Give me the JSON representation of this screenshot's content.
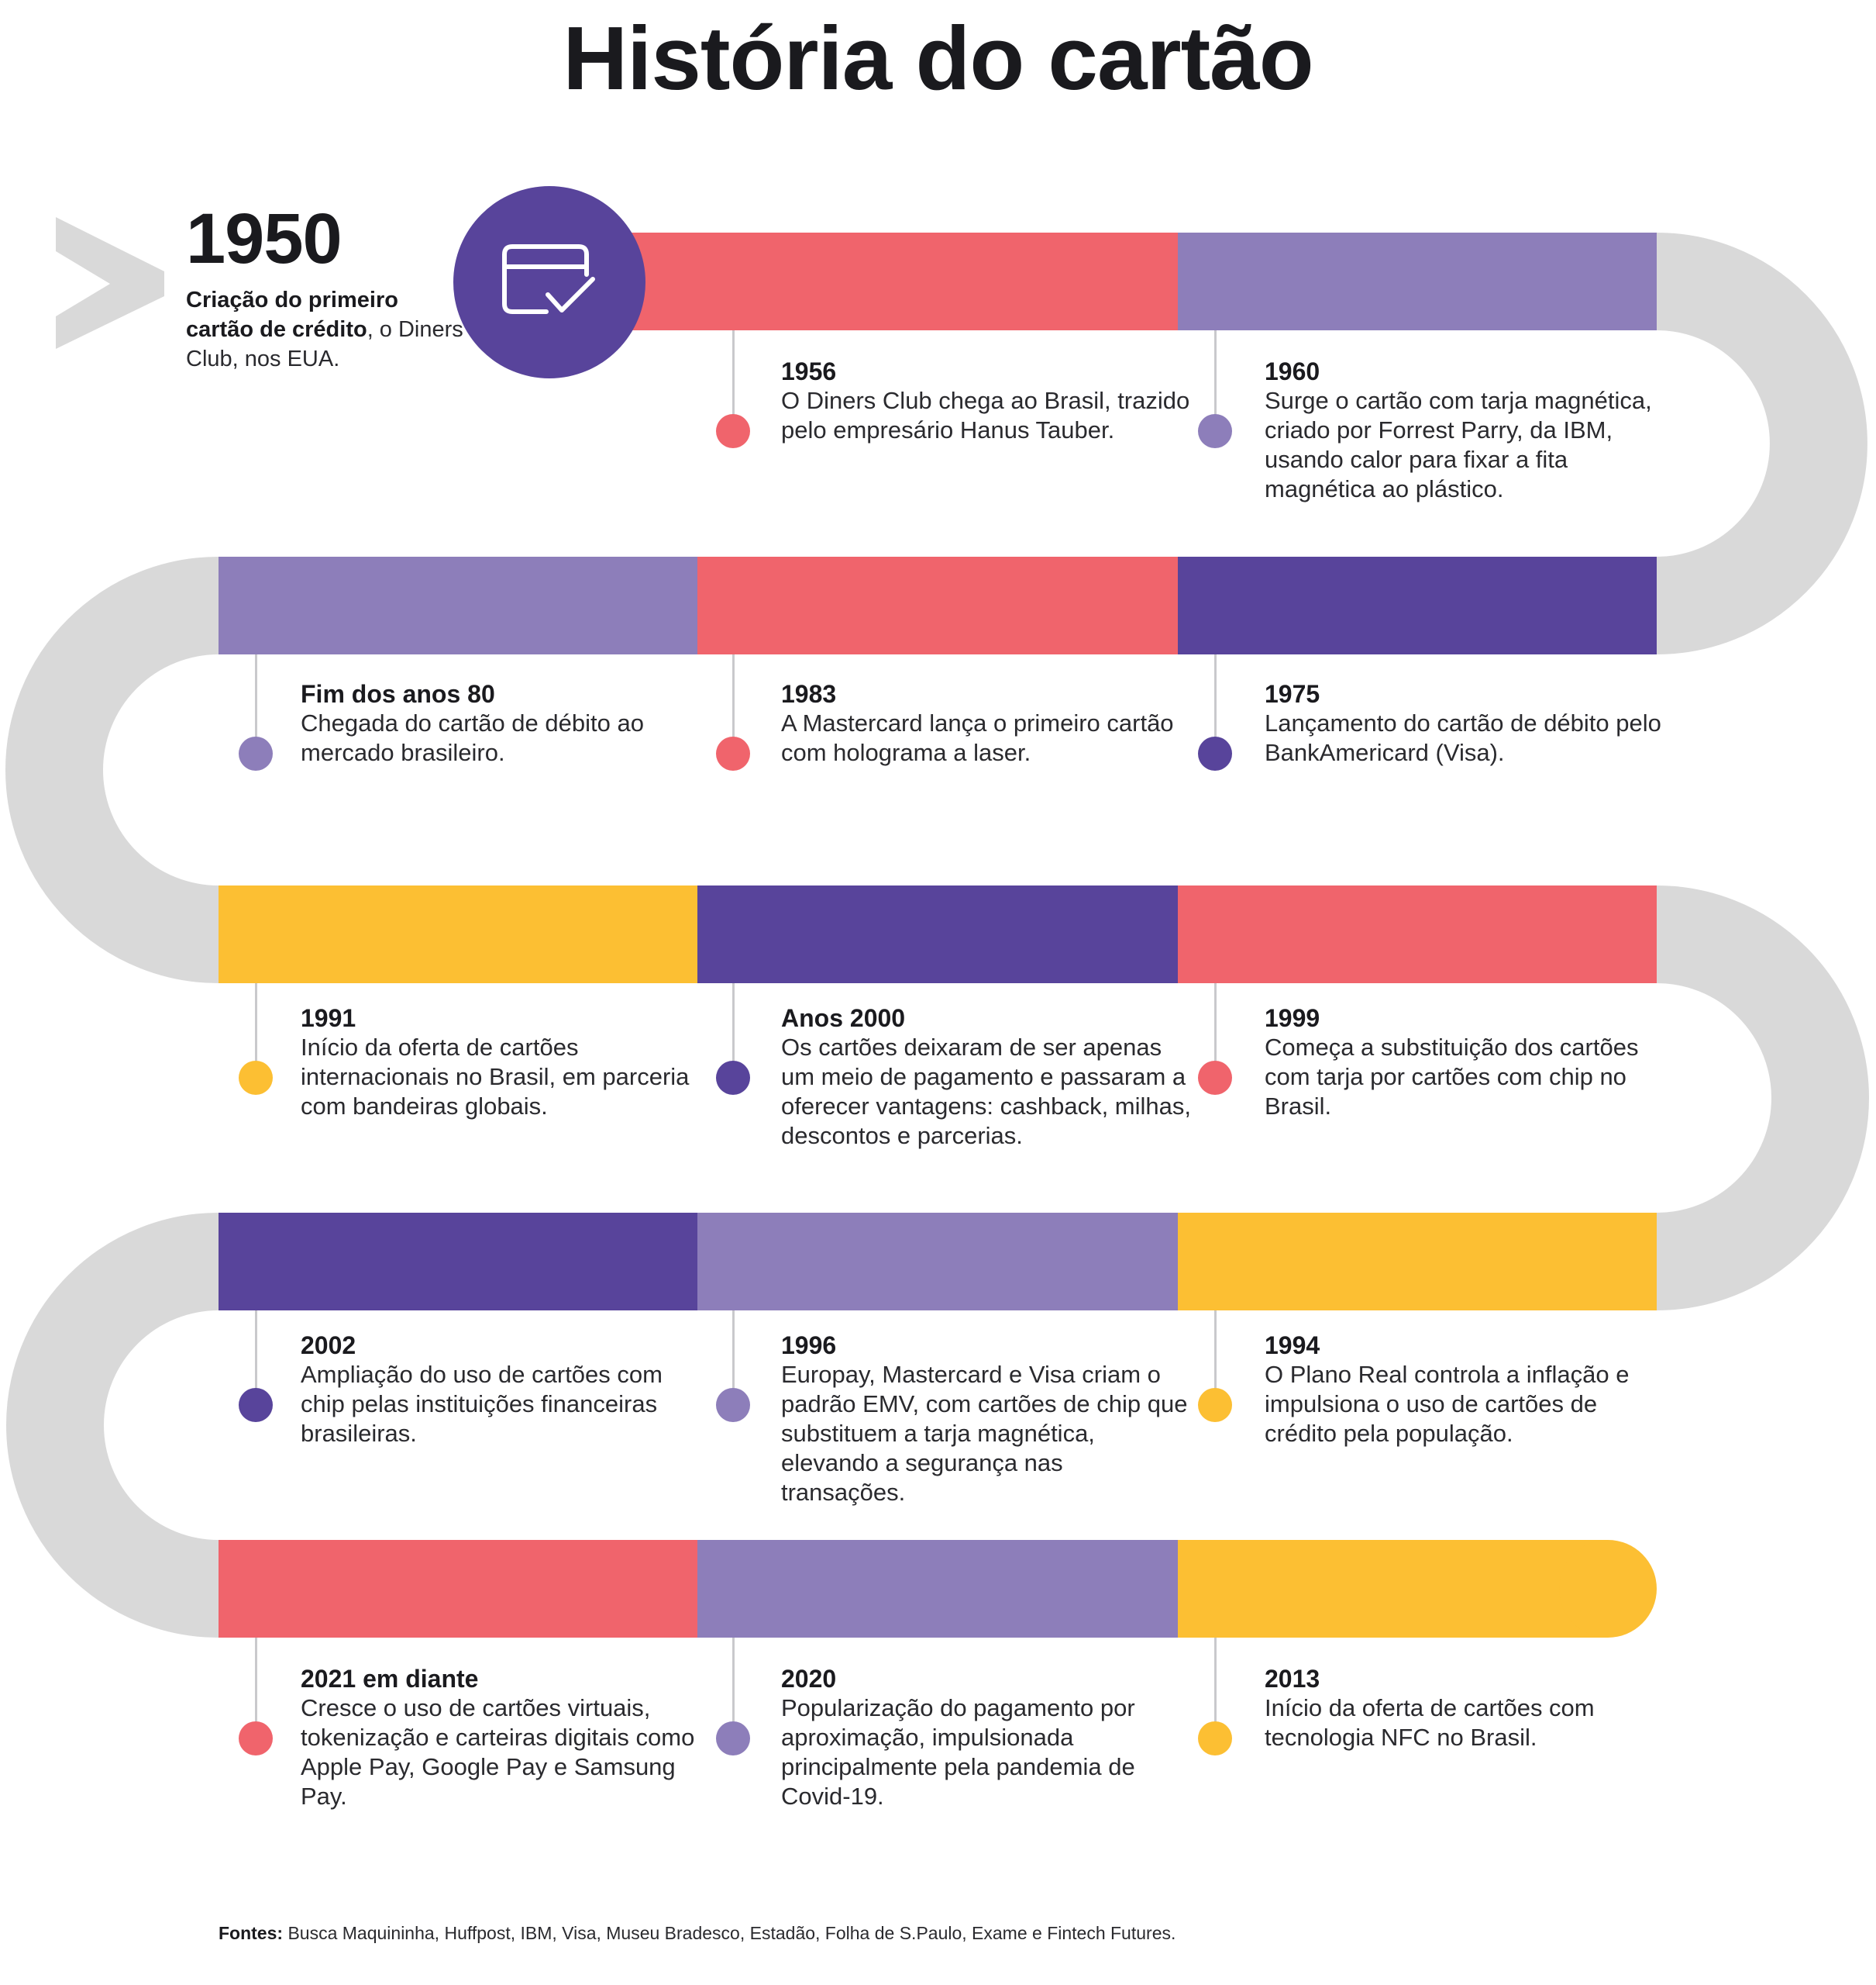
{
  "title": "História do cartão",
  "colors": {
    "red": "#f0646c",
    "lavender": "#8d7eba",
    "purple": "#58449b",
    "yellow": "#fcbf33",
    "track": "#d9d9d9"
  },
  "intro": {
    "year": "1950",
    "text_bold": "Criação do primeiro cartão de crédito",
    "text_rest": ", o Diners Club, nos EUA.",
    "icon": "credit-card-check-icon"
  },
  "rows": [
    {
      "segments": [
        "red",
        "lavender"
      ]
    },
    {
      "segments": [
        "lavender",
        "red",
        "purple"
      ]
    },
    {
      "segments": [
        "yellow",
        "purple",
        "red"
      ]
    },
    {
      "segments": [
        "purple",
        "lavender",
        "yellow"
      ]
    },
    {
      "segments": [
        "red",
        "lavender",
        "yellow"
      ]
    }
  ],
  "events": [
    {
      "year": "1956",
      "color": "red",
      "description": "O Diners Club chega ao Brasil, trazido pelo empresário Hanus Tauber."
    },
    {
      "year": "1960",
      "color": "lavender",
      "description": "Surge o cartão com tarja magnética, criado por Forrest Parry, da IBM, usando calor para fixar a fita magnética ao plástico."
    },
    {
      "year": "Fim dos anos 80",
      "color": "lavender",
      "description": "Chegada do cartão de débito ao mercado brasileiro."
    },
    {
      "year": "1983",
      "color": "red",
      "description": "A Mastercard lança o primeiro cartão com holograma a laser."
    },
    {
      "year": "1975",
      "color": "purple",
      "description": "Lançamento do cartão de débito pelo BankAmericard (Visa)."
    },
    {
      "year": "1991",
      "color": "yellow",
      "description": "Início da oferta de cartões internacionais no Brasil, em parceria com bandeiras globais."
    },
    {
      "year": "Anos 2000",
      "color": "purple",
      "description": "Os cartões deixaram de ser apenas um meio de pagamento e passaram a oferecer vantagens: cashback, milhas, descontos e parcerias."
    },
    {
      "year": "1999",
      "color": "red",
      "description": "Começa a substituição dos cartões com tarja por cartões com chip no Brasil."
    },
    {
      "year": "2002",
      "color": "purple",
      "description": "Ampliação do uso de cartões com chip pelas instituições financeiras brasileiras."
    },
    {
      "year": "1996",
      "color": "lavender",
      "description": "Europay, Mastercard e Visa criam o padrão EMV, com cartões de chip que substituem a tarja magnética, elevando a segurança nas transações."
    },
    {
      "year": "1994",
      "color": "yellow",
      "description": "O Plano Real controla a inflação e impulsiona o uso de cartões de crédito pela população."
    },
    {
      "year": "2021 em diante",
      "color": "red",
      "description": "Cresce o uso de cartões virtuais, tokenização e carteiras digitais como Apple Pay, Google Pay e Samsung Pay."
    },
    {
      "year": "2020",
      "color": "lavender",
      "description": "Popularização do pagamento por aproximação, impulsionada principalmente pela pandemia de Covid-19."
    },
    {
      "year": "2013",
      "color": "yellow",
      "description": "Início da oferta de cartões com tecnologia NFC no Brasil."
    }
  ],
  "sources": {
    "label": "Fontes:",
    "text": " Busca Maquininha, Huffpost, IBM, Visa, Museu Bradesco, Estadão, Folha de S.Paulo, Exame e Fintech Futures."
  }
}
